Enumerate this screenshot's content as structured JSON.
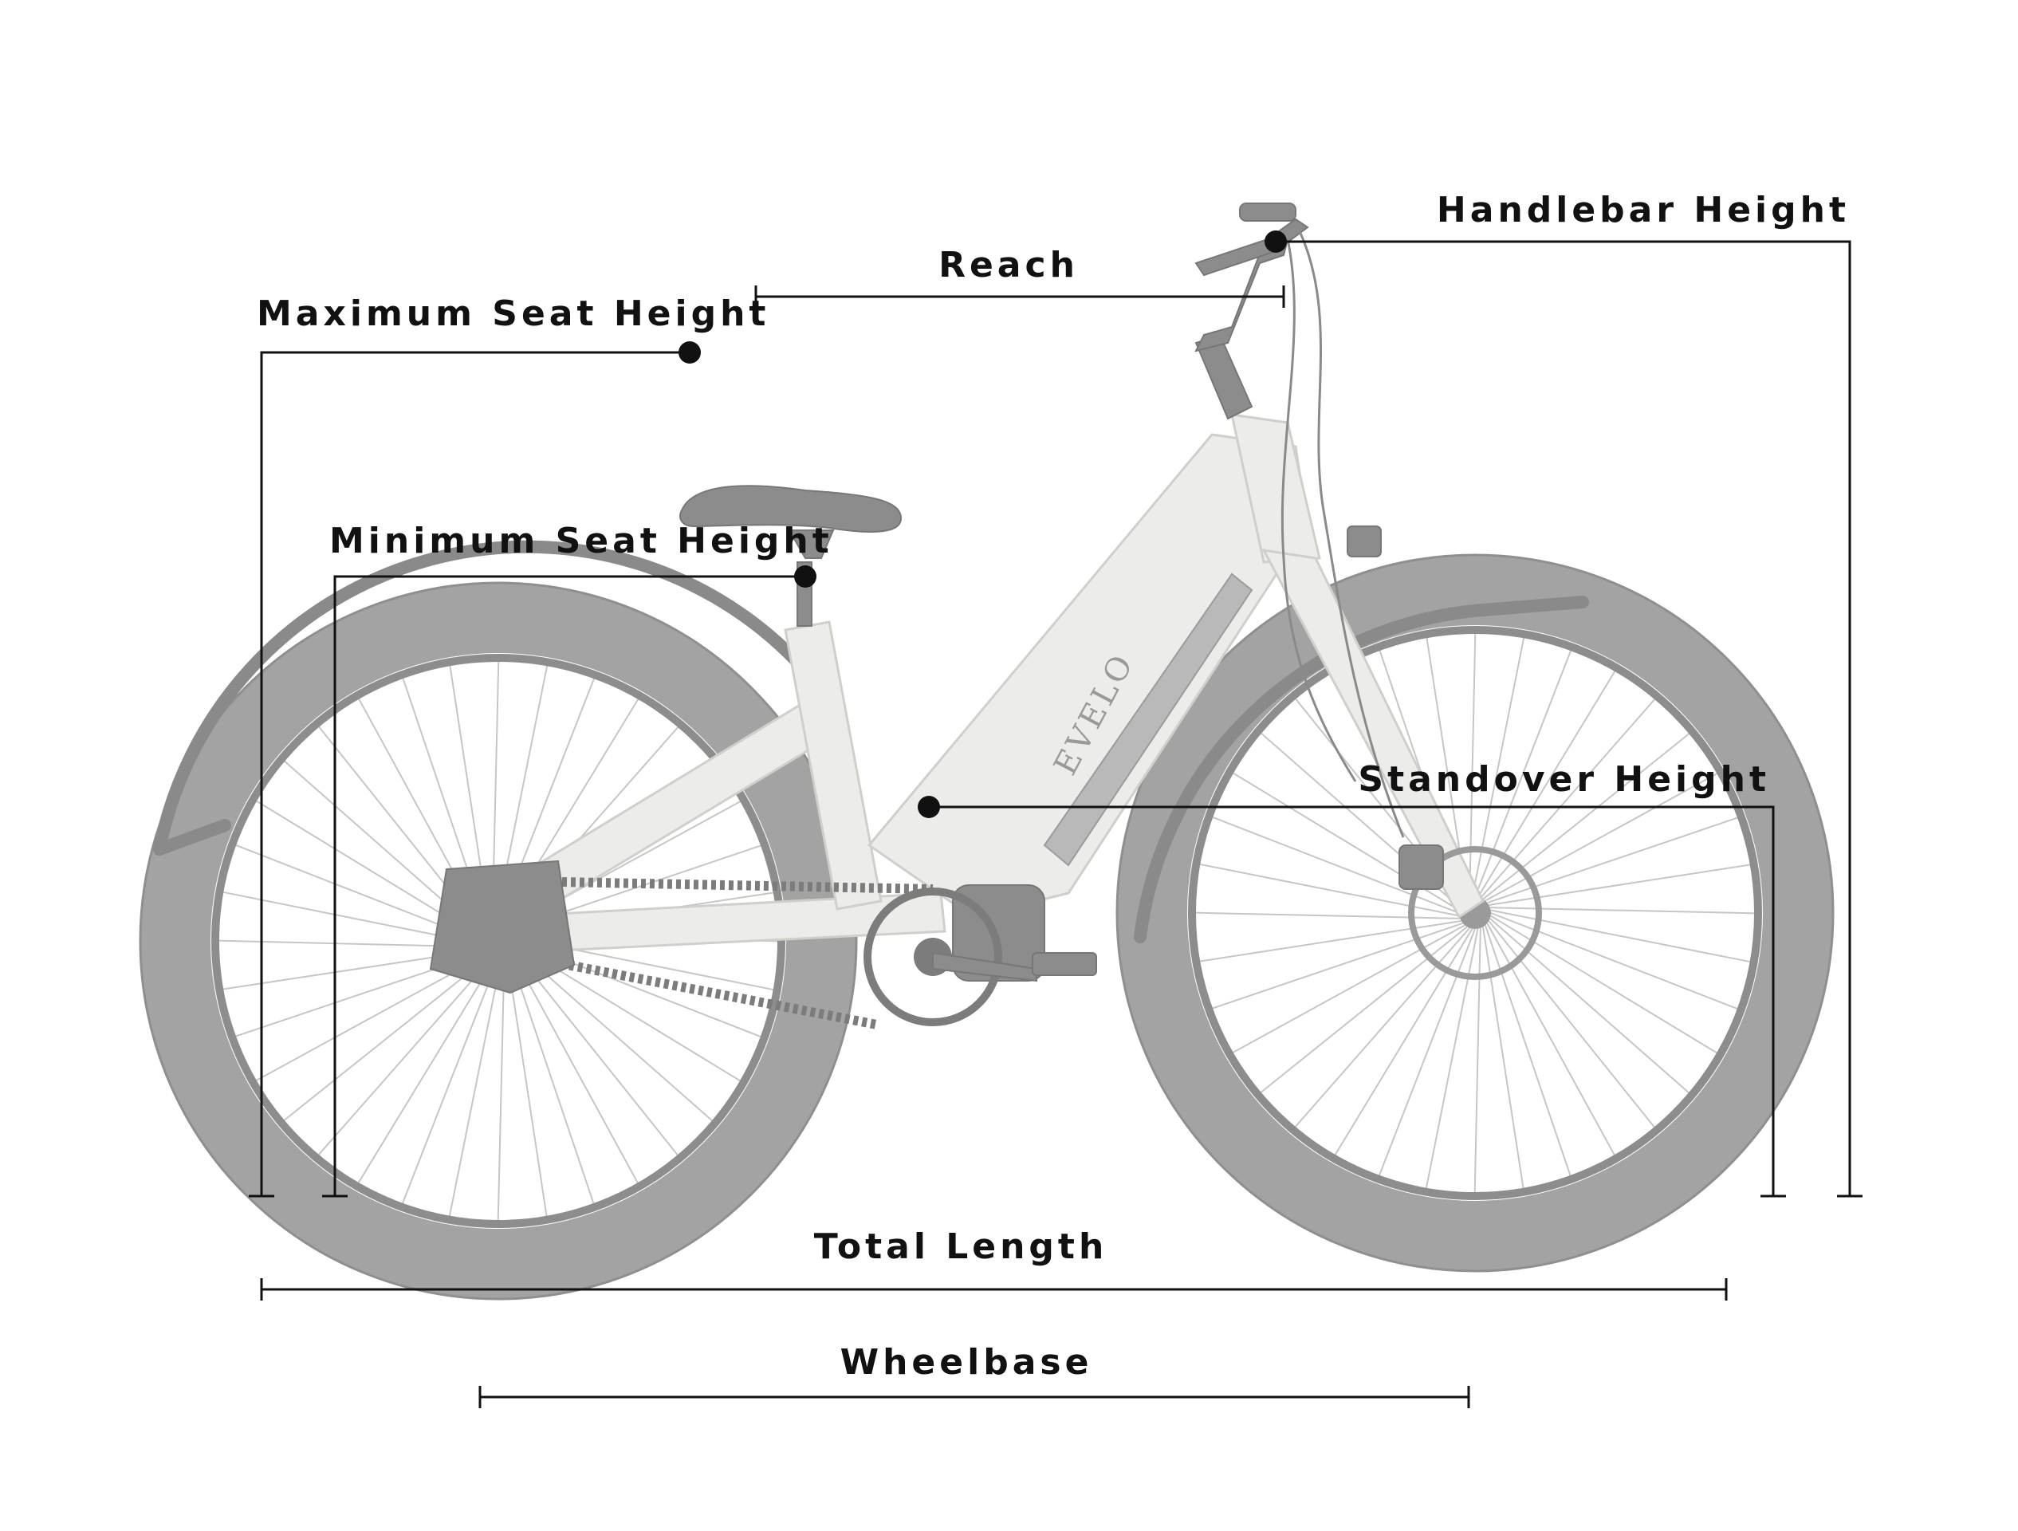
{
  "labels": {
    "handlebar_height": "Handlebar Height",
    "reach": "Reach",
    "max_seat_height": "Maximum Seat Height",
    "min_seat_height": "Minimum Seat Height",
    "standover_height": "Standover Height",
    "total_length": "Total Length",
    "wheelbase": "Wheelbase"
  },
  "logo": {
    "text": "EVELO"
  },
  "colors": {
    "ink": "#111111",
    "tire": "#a3a3a3",
    "frame": "#ececea"
  },
  "icons": {
    "marker": "dot-marker-icon"
  }
}
